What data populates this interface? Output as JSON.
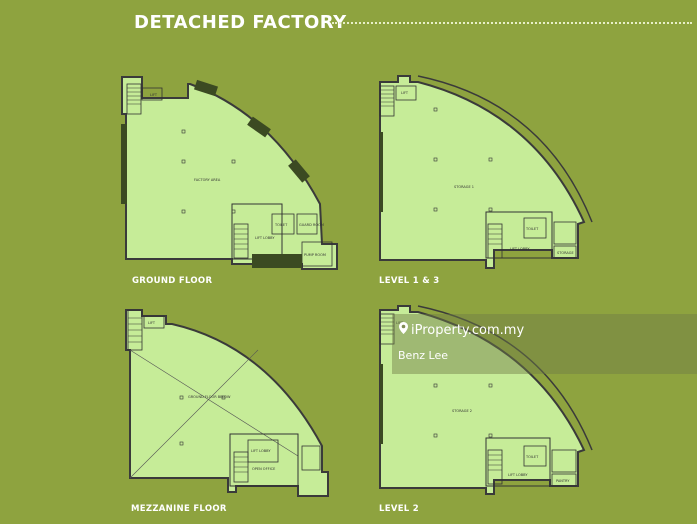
{
  "title": "DETACHED FACTORY",
  "plans": {
    "ground": {
      "label": "GROUND FLOOR",
      "room_main": "FACTORY AREA",
      "lift": "LIFT",
      "lobby": "LIFT LOBBY",
      "toilet": "TOILET",
      "guard": "GUARD ROOM",
      "pump": "PUMP ROOM"
    },
    "level13": {
      "label": "LEVEL 1 & 3",
      "room_main": "STORAGE 1",
      "lift": "LIFT",
      "lobby": "LIFT LOBBY",
      "toilet": "TOILET",
      "store": "STORAGE"
    },
    "mezz": {
      "label": "MEZZANINE FLOOR",
      "room_main": "GROUND FLOOR BELOW",
      "office": "OPEN OFFICE",
      "lift": "LIFT",
      "lobby": "LIFT LOBBY"
    },
    "level2": {
      "label": "LEVEL 2",
      "room_main": "STORAGE 2",
      "lift": "LIFT",
      "lobby": "LIFT LOBBY",
      "toilet": "TOILET",
      "pantry": "PANTRY"
    }
  },
  "watermark": {
    "brand": "iProperty.com.my",
    "agent": "Benz Lee",
    "icon": "location-pin-icon"
  }
}
